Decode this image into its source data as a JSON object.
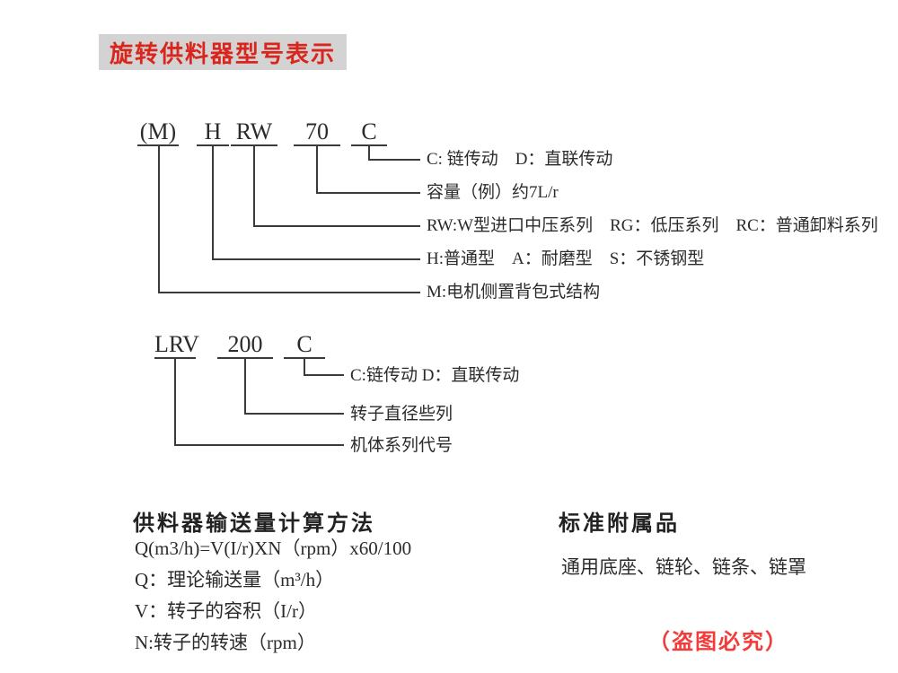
{
  "page": {
    "title": "旋转供料器型号表示",
    "watermark": "（盗图必究）"
  },
  "colors": {
    "accent_red": "#da251c",
    "watermark_red": "#f23c3c",
    "badge_bg": "#d3d3d3",
    "line": "#3a3a3a",
    "text": "#2b2b2b"
  },
  "model_diagram_1": {
    "codes": [
      "(M)",
      "H",
      "RW",
      "70",
      "C"
    ],
    "labels": [
      "C: 链传动　D：直联传动",
      "容量（例）约7L/r",
      "RW:W型进口中压系列　RG：低压系列　RC：普通卸料系列",
      "H:普通型　A：耐磨型　S：不锈钢型",
      "M:电机侧置背包式结构"
    ]
  },
  "model_diagram_2": {
    "codes": [
      "LRV",
      "200",
      "C"
    ],
    "labels": [
      "C:链传动 D：直联传动",
      "转子直径些列",
      "机体系列代号"
    ]
  },
  "calculation": {
    "heading": "供料器输送量计算方法",
    "lines": [
      "Q(m3/h)=V(I/r)XN（rpm）x60/100",
      "Q：理论输送量（m³/h）",
      "V：转子的容积（I/r）",
      "N:转子的转速（rpm）"
    ]
  },
  "accessories": {
    "heading": "标准附属品",
    "text": "通用底座、链轮、链条、链罩"
  }
}
